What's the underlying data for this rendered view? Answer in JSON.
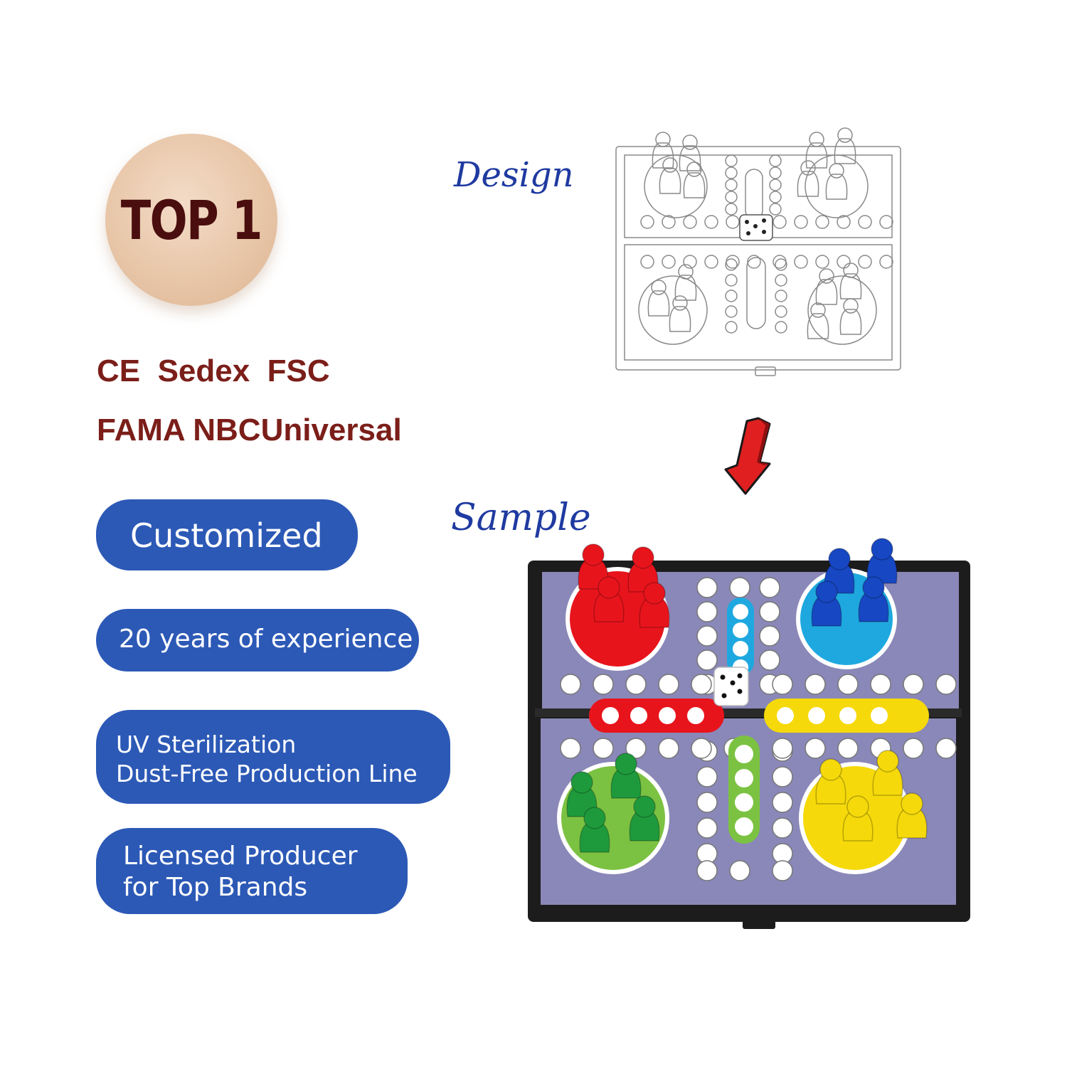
{
  "badge": {
    "text": "TOP 1"
  },
  "certifications": {
    "line1": "CE  Sedex  FSC",
    "line2": "FAMA NBCUniversal"
  },
  "features": [
    {
      "lines": [
        "Customized"
      ]
    },
    {
      "lines": [
        "20 years of experience"
      ]
    },
    {
      "lines": [
        "UV Sterilization",
        "Dust-Free Production Line"
      ]
    },
    {
      "lines": [
        "Licensed Producer",
        "for Top Brands"
      ]
    }
  ],
  "labels": {
    "design": "Design",
    "sample": "Sample"
  },
  "colors": {
    "badge_text": "#4a0e0e",
    "cert_text": "#7b1e19",
    "pill_bg": "#2c59b6",
    "script_text": "#1f3aa0",
    "arrow": "#e02020",
    "piece_red": "#e8141c",
    "piece_blue": "#1747c2",
    "piece_green": "#1e9a3c",
    "piece_yellow": "#f5d90a",
    "board_bg": "#8a88b8"
  }
}
